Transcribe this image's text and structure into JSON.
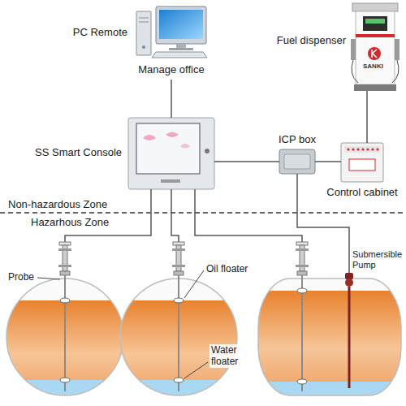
{
  "diagram": {
    "nodes": [
      {
        "text": [
          "PC Remote",
          "Manage office"
        ]
      },
      {
        "text": [
          "Fuel dispenser"
        ]
      },
      {
        "text": [
          "SS Smart Console"
        ]
      },
      {
        "text": [
          "ICP box"
        ]
      },
      {
        "text": [
          "Control cabinet"
        ]
      }
    ],
    "edges": [
      {
        "from": 0,
        "to": 2,
        "arrow": "none"
      },
      {
        "from": 2,
        "to": 3,
        "arrow": "none"
      },
      {
        "from": 3,
        "to": 4,
        "arrow": "none"
      },
      {
        "from": 4,
        "to": 1,
        "arrow": "none"
      }
    ],
    "labels": [
      "Non-hazardous Zone",
      "Hazarhous Zone",
      "Probe",
      "Oil floater",
      "Water floater",
      "Submersible Pump",
      "SANKI"
    ]
  }
}
